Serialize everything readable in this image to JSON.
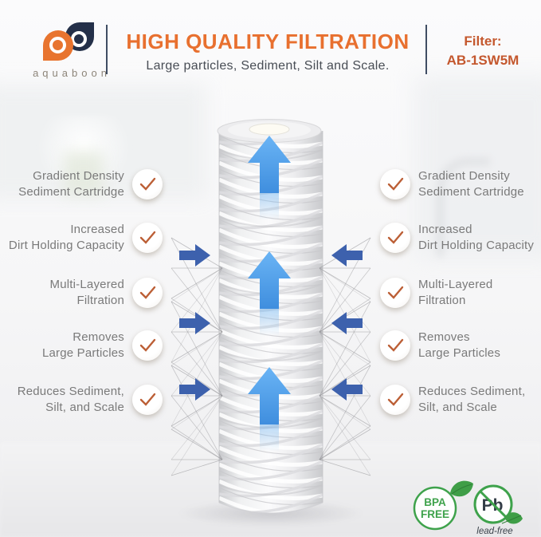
{
  "header": {
    "brand": {
      "wordmark": "aquaboon"
    },
    "title": "HIGH QUALITY FILTRATION",
    "subtitle": "Large particles, Sediment, Silt and Scale.",
    "filter_label": "Filter:",
    "filter_model": "AB-1SW5M"
  },
  "features_left": [
    {
      "line1": "Gradient Density",
      "line2": "Sediment Cartridge"
    },
    {
      "line1": "Increased",
      "line2": "Dirt Holding Capacity"
    },
    {
      "line1": "Multi-Layered",
      "line2": "Filtration"
    },
    {
      "line1": "Removes",
      "line2": "Large Particles"
    },
    {
      "line1": "Reduces Sediment,",
      "line2": "Silt, and Scale"
    }
  ],
  "features_right": [
    {
      "line1": "Gradient Density",
      "line2": "Sediment Cartridge"
    },
    {
      "line1": "Increased",
      "line2": "Dirt Holding Capacity"
    },
    {
      "line1": "Multi-Layered",
      "line2": "Filtration"
    },
    {
      "line1": "Removes",
      "line2": "Large Particles"
    },
    {
      "line1": "Reduces Sediment,",
      "line2": "Silt, and Scale"
    }
  ],
  "badges": {
    "bpa_top": "BPA",
    "bpa_bottom": "FREE",
    "pb": "Pb",
    "lead_free": "lead-free"
  },
  "colors": {
    "accent_orange": "#E8702F",
    "filter_code_orange": "#C4582E",
    "navy": "#24344D",
    "feature_text_gray": "#7A7A7A",
    "subtitle_slate": "#484D55",
    "check_orange": "#BC5F36",
    "up_arrow_blue": "#55A5EF",
    "inward_arrow_blue": "#3D61AD",
    "badge_green": "#3EA24B"
  }
}
